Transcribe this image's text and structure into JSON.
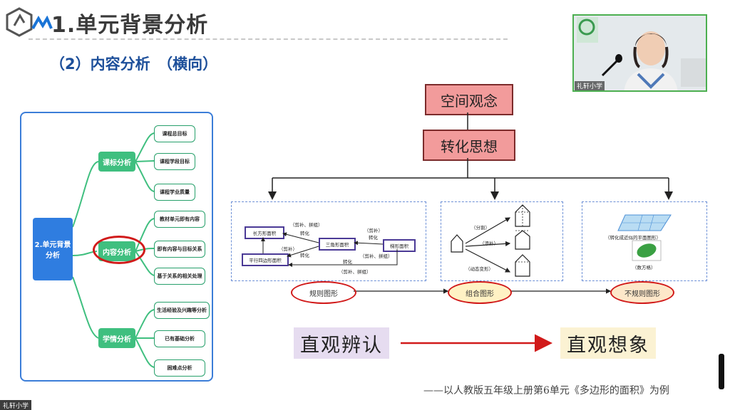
{
  "header": {
    "title": "1.单元背景分析",
    "subtitle": "（2）内容分析　（横向）"
  },
  "mindmap": {
    "root": "2.单元背景分析",
    "branches": [
      {
        "label": "课标分析",
        "leaves": [
          "课程总目标",
          "课程学段目标",
          "课程学业质量"
        ]
      },
      {
        "label": "内容分析",
        "leaves": [
          "教材单元即有内容",
          "即有内容与目标关系",
          "基于关系的相关处理"
        ]
      },
      {
        "label": "学情分析",
        "leaves": [
          "生活经验及兴趣等分析",
          "已有基础分析",
          "困难点分析"
        ]
      }
    ]
  },
  "flow": {
    "top": "空间观念",
    "middle": "转化思想"
  },
  "panel1": {
    "boxes": [
      "长方形面积",
      "三角形面积",
      "梯形面积",
      "平行四边形面积"
    ],
    "notes": [
      "（剪补、拼组）",
      "转化",
      "（剪补）",
      "转化",
      "（剪补）",
      "转化",
      "（剪补、拼组）",
      "转化",
      "（剪补、拼组）"
    ]
  },
  "panel2": {
    "notes": [
      "（分割）",
      "（添补）",
      "（动态变形）"
    ]
  },
  "panel3": {
    "notes": [
      "（转化成近似的平面图形）",
      "（数方格）"
    ]
  },
  "ovals": [
    "规则图形",
    "组合图形",
    "不规则图形"
  ],
  "bottom": {
    "left": "直观辨认",
    "right": "直观想象"
  },
  "footer": "——以人教版五年级上册第6单元《多边形的面积》为例",
  "video": {
    "label": "礼轩小学"
  },
  "screen_label": "礼轩小学",
  "colors": {
    "accent_red": "#d11a1a",
    "flow_fill": "#f29b9b",
    "mindmap_blue": "#2f7de0",
    "mindmap_green": "#3fbf7f"
  }
}
